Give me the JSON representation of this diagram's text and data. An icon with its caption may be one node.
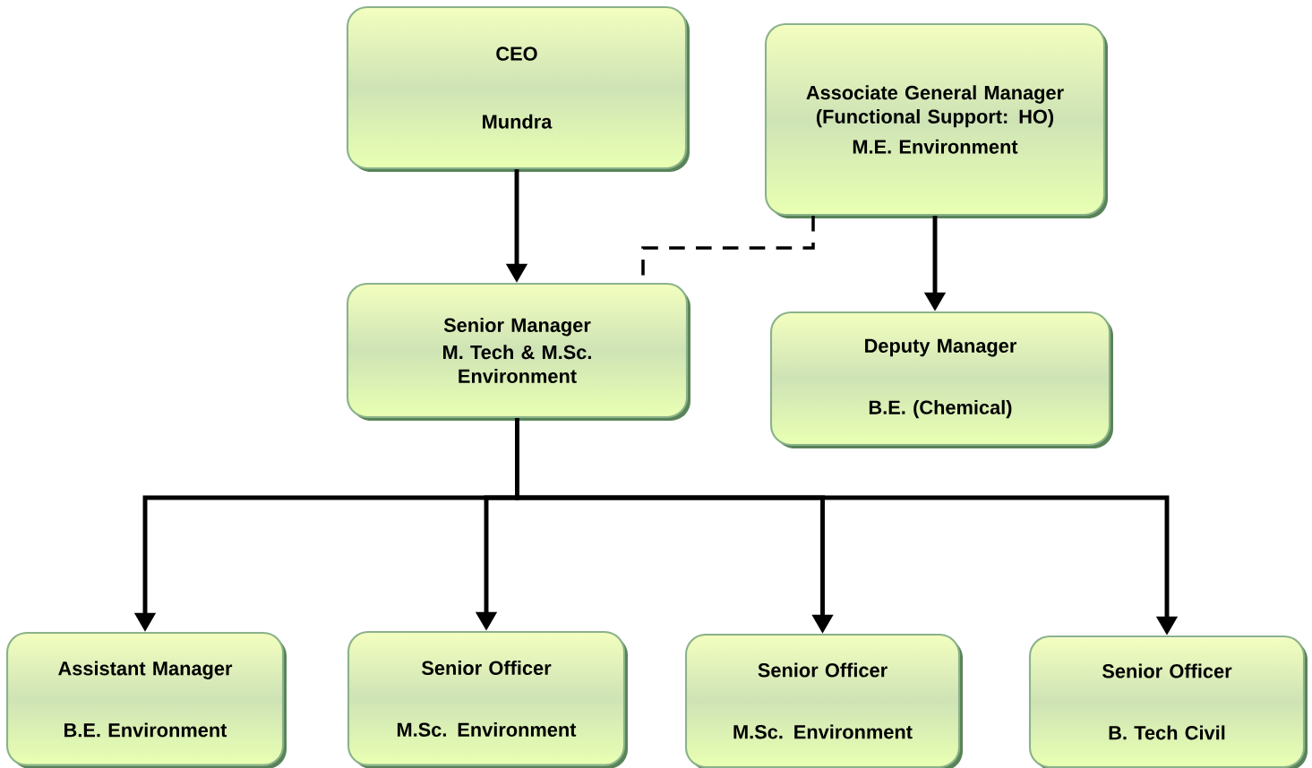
{
  "diagram": {
    "nodes": [
      {
        "text": [
          "CEO",
          "Mundra"
        ]
      },
      {
        "text": [
          "Associate General Manager (Functional Support: HO)",
          "M.E. Environment"
        ]
      },
      {
        "text": [
          "Senior Manager",
          "M. Tech & M.Sc. Environment"
        ]
      },
      {
        "text": [
          "Deputy Manager",
          "B.E. (Chemical)"
        ]
      },
      {
        "text": [
          "Assistant Manager",
          "B.E. Environment"
        ]
      },
      {
        "text": [
          "Senior Officer",
          "M.Sc. Environment"
        ]
      },
      {
        "text": [
          "Senior Officer",
          "M.Sc. Environment"
        ]
      },
      {
        "text": [
          "Senior Officer",
          "B. Tech Civil"
        ]
      }
    ],
    "edges": [
      {
        "from": 0,
        "to": 2,
        "arrow": "to"
      },
      {
        "from": 1,
        "to": 2,
        "arrow": "none",
        "style": "dashed"
      },
      {
        "from": 1,
        "to": 3,
        "arrow": "to"
      },
      {
        "from": 2,
        "to": 4,
        "arrow": "to"
      },
      {
        "from": 2,
        "to": 5,
        "arrow": "to"
      },
      {
        "from": 2,
        "to": 6,
        "arrow": "to"
      },
      {
        "from": 2,
        "to": 7,
        "arrow": "to"
      }
    ]
  }
}
